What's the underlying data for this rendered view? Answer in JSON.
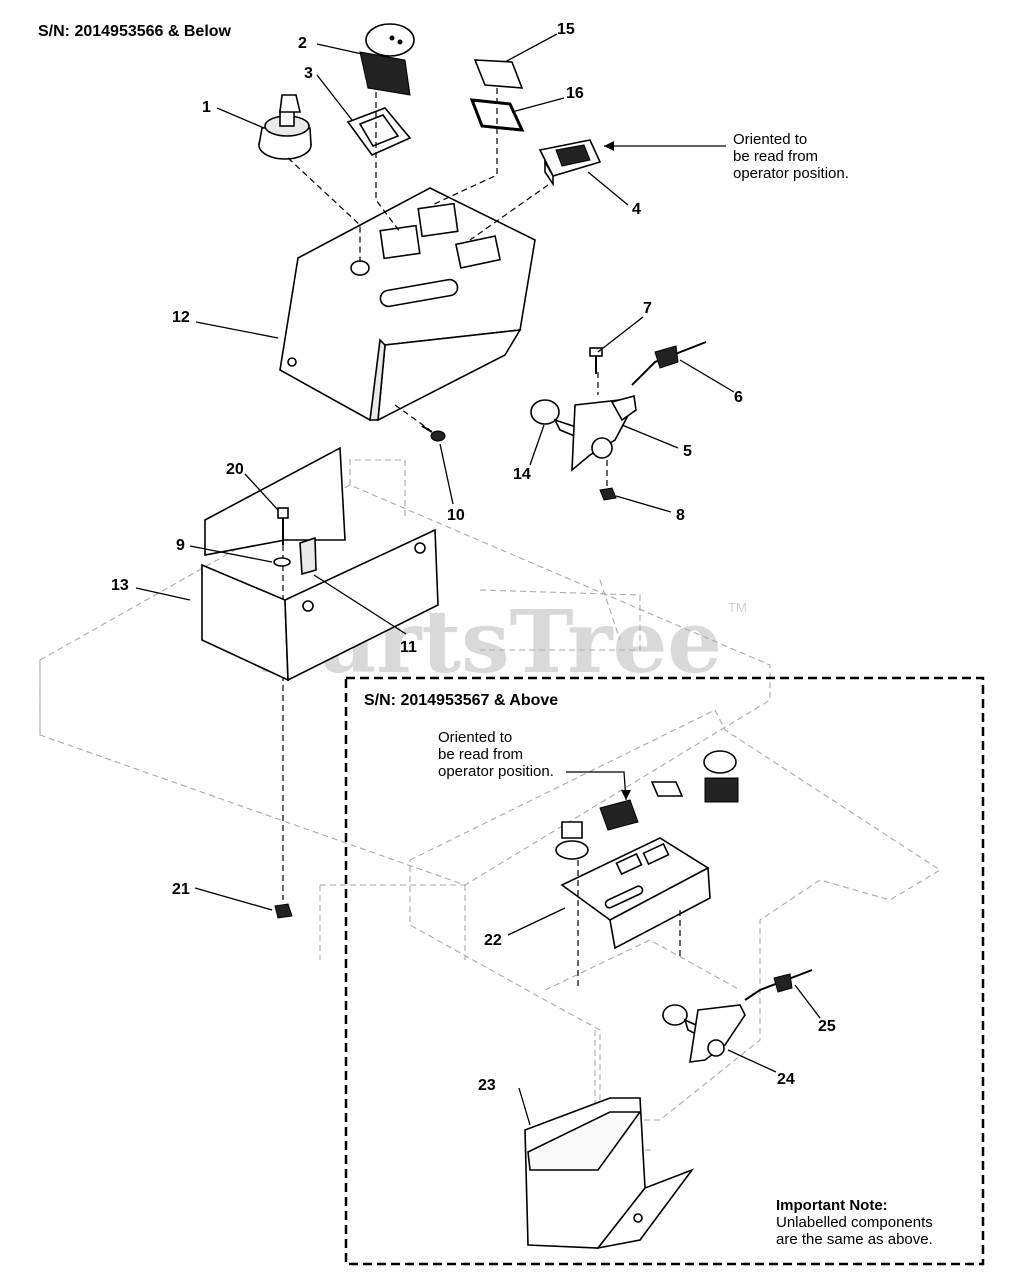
{
  "header_top": "S/N: 2014953566 & Below",
  "header_bottom": "S/N: 2014953567 & Above",
  "note_orientation": [
    "Oriented to",
    "be read from",
    "operator position."
  ],
  "note_orientation_inset": [
    "Oriented to",
    "be read from",
    "operator position."
  ],
  "important_note_title": "Important Note:",
  "important_note_lines": [
    "Unlabelled components",
    "are the same as above."
  ],
  "watermark": "PartsTree",
  "watermark_tm": "TM",
  "callouts": {
    "c1": "1",
    "c2": "2",
    "c3": "3",
    "c4": "4",
    "c5": "5",
    "c6": "6",
    "c7": "7",
    "c8": "8",
    "c9": "9",
    "c10": "10",
    "c11": "11",
    "c12": "12",
    "c13": "13",
    "c14": "14",
    "c15": "15",
    "c16": "16",
    "c20": "20",
    "c21": "21",
    "c22": "22",
    "c23": "23",
    "c24": "24",
    "c25": "25"
  }
}
